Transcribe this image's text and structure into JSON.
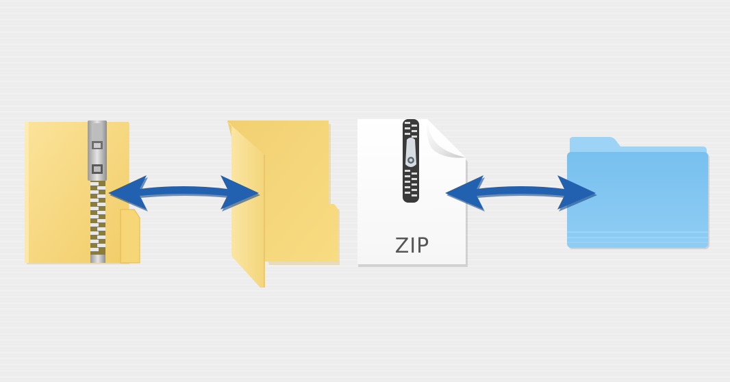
{
  "scene": {
    "description": "Converting between zipped folders and regular folders",
    "background_color": "#eeeeee",
    "items": [
      {
        "name": "windows-zipped-folder",
        "color": "#f6d77c"
      },
      {
        "name": "windows-folder",
        "color": "#f4d57a"
      },
      {
        "name": "mac-zip-file",
        "label": "ZIP",
        "color": "#ffffff"
      },
      {
        "name": "mac-folder",
        "color": "#7fc3f0"
      }
    ],
    "arrows": [
      {
        "name": "left-bidirectional-arrow",
        "color": "#1f5fae"
      },
      {
        "name": "right-bidirectional-arrow",
        "color": "#1f5fae"
      }
    ],
    "zip_label": "ZIP"
  }
}
